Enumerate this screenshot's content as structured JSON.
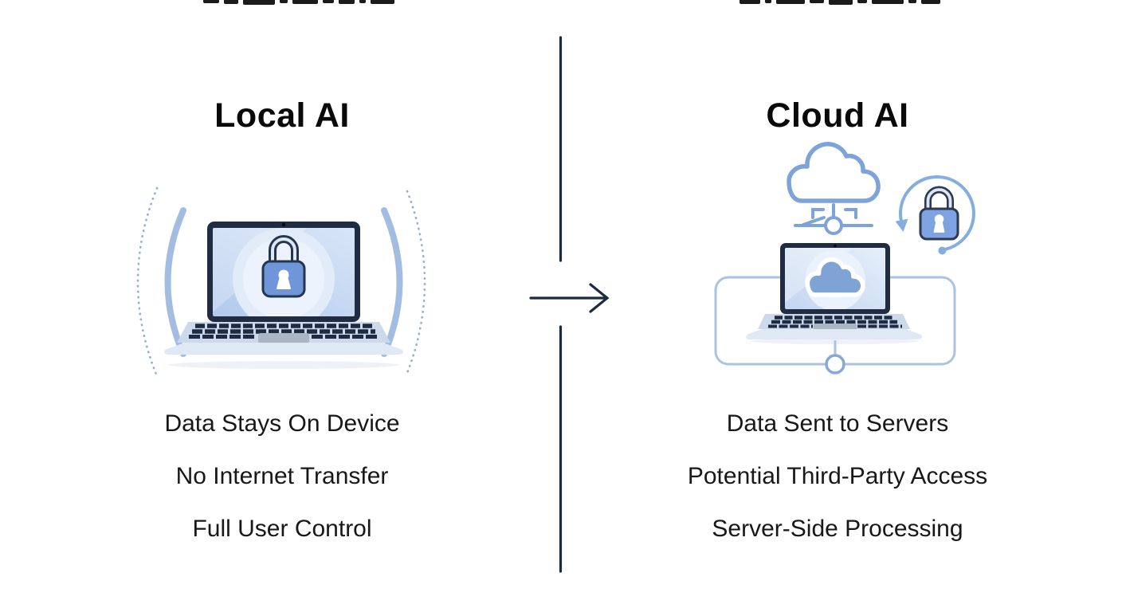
{
  "left_panel": {
    "title": "Local AI",
    "features": [
      "Data Stays On Device",
      "No Internet Transfer",
      "Full User Control"
    ],
    "illustration": "laptop-with-padlock-and-signal-arcs"
  },
  "right_panel": {
    "title": "Cloud AI",
    "features": [
      "Data Sent to Servers",
      "Potential Third-Party Access",
      "Server-Side Processing"
    ],
    "illustration": "cloud-network-laptop-with-sync-lock"
  },
  "divider": {
    "type": "vertical-line-with-right-arrow",
    "arrow_direction": "right"
  },
  "colors": {
    "background": "#ffffff",
    "text": "#181818",
    "title_text": "#0a0a0a",
    "navy": "#1f2c42",
    "accent_blue": "#7da3d8",
    "lock_fill": "#7fa3e0",
    "screen_blue": "#bcd2ef",
    "deck_gray_blue": "#ccd9eb",
    "divider_line": "#1d2b3f"
  }
}
